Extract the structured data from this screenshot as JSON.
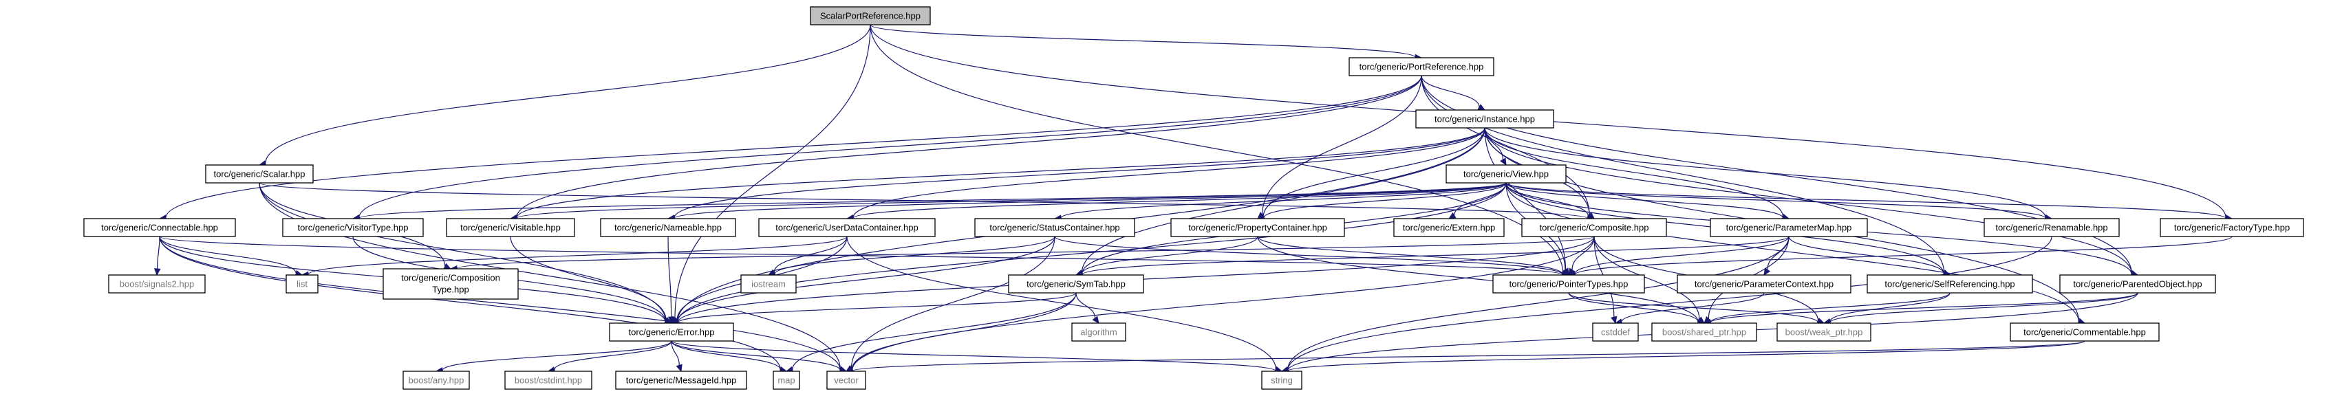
{
  "title": "ScalarPortReference.hpp",
  "colors": {
    "edge": "#191970",
    "root_fill": "#bfbfbf",
    "node_fill": "#ffffff",
    "node_stroke": "#000000",
    "external_text": "#7a7a7a"
  },
  "nodes": [
    {
      "id": "root",
      "label": "ScalarPortReference.hpp",
      "kind": "root"
    },
    {
      "id": "portref",
      "label": "torc/generic/PortReference.hpp",
      "kind": "header"
    },
    {
      "id": "scalar",
      "label": "torc/generic/Scalar.hpp",
      "kind": "header"
    },
    {
      "id": "instance",
      "label": "torc/generic/Instance.hpp",
      "kind": "header"
    },
    {
      "id": "view",
      "label": "torc/generic/View.hpp",
      "kind": "header"
    },
    {
      "id": "connectable",
      "label": "torc/generic/Connectable.hpp",
      "kind": "header"
    },
    {
      "id": "visitortype",
      "label": "torc/generic/VisitorType.hpp",
      "kind": "header"
    },
    {
      "id": "visitable",
      "label": "torc/generic/Visitable.hpp",
      "kind": "header"
    },
    {
      "id": "nameable",
      "label": "torc/generic/Nameable.hpp",
      "kind": "header"
    },
    {
      "id": "userdata",
      "label": "torc/generic/UserDataContainer.hpp",
      "kind": "header"
    },
    {
      "id": "statuscont",
      "label": "torc/generic/StatusContainer.hpp",
      "kind": "header"
    },
    {
      "id": "propcont",
      "label": "torc/generic/PropertyContainer.hpp",
      "kind": "header"
    },
    {
      "id": "extern",
      "label": "torc/generic/Extern.hpp",
      "kind": "header"
    },
    {
      "id": "composite",
      "label": "torc/generic/Composite.hpp",
      "kind": "header"
    },
    {
      "id": "parammap",
      "label": "torc/generic/ParameterMap.hpp",
      "kind": "header"
    },
    {
      "id": "renamable",
      "label": "torc/generic/Renamable.hpp",
      "kind": "header"
    },
    {
      "id": "factorytype",
      "label": "torc/generic/FactoryType.hpp",
      "kind": "header"
    },
    {
      "id": "boostsignals",
      "label": "boost/signals2.hpp",
      "kind": "external"
    },
    {
      "id": "list",
      "label": "list",
      "kind": "external"
    },
    {
      "id": "comptype",
      "label": "torc/generic/Composition Type.hpp",
      "line1": "torc/generic/Composition",
      "line2": "Type.hpp",
      "kind": "header"
    },
    {
      "id": "iostream",
      "label": "iostream",
      "kind": "external"
    },
    {
      "id": "symtab",
      "label": "torc/generic/SymTab.hpp",
      "kind": "header"
    },
    {
      "id": "pointertypes",
      "label": "torc/generic/PointerTypes.hpp",
      "kind": "header"
    },
    {
      "id": "paramctx",
      "label": "torc/generic/ParameterContext.hpp",
      "kind": "header"
    },
    {
      "id": "selfref",
      "label": "torc/generic/SelfReferencing.hpp",
      "kind": "header"
    },
    {
      "id": "parented",
      "label": "torc/generic/ParentedObject.hpp",
      "kind": "header"
    },
    {
      "id": "error",
      "label": "torc/generic/Error.hpp",
      "kind": "header"
    },
    {
      "id": "algorithm",
      "label": "algorithm",
      "kind": "external"
    },
    {
      "id": "cstddef",
      "label": "cstddef",
      "kind": "external"
    },
    {
      "id": "sharedptr",
      "label": "boost/shared_ptr.hpp",
      "kind": "external"
    },
    {
      "id": "weakptr",
      "label": "boost/weak_ptr.hpp",
      "kind": "external"
    },
    {
      "id": "commentable",
      "label": "torc/generic/Commentable.hpp",
      "kind": "header"
    },
    {
      "id": "boostany",
      "label": "boost/any.hpp",
      "kind": "external"
    },
    {
      "id": "boostcstdint",
      "label": "boost/cstdint.hpp",
      "kind": "external"
    },
    {
      "id": "messageid",
      "label": "torc/generic/MessageId.hpp",
      "kind": "header"
    },
    {
      "id": "map",
      "label": "map",
      "kind": "external"
    },
    {
      "id": "vector",
      "label": "vector",
      "kind": "external"
    },
    {
      "id": "string",
      "label": "string",
      "kind": "external"
    }
  ],
  "edges": [
    [
      "root",
      "portref"
    ],
    [
      "root",
      "scalar"
    ],
    [
      "root",
      "error"
    ],
    [
      "root",
      "pointertypes"
    ],
    [
      "root",
      "factorytype"
    ],
    [
      "portref",
      "instance"
    ],
    [
      "portref",
      "connectable"
    ],
    [
      "portref",
      "visitortype"
    ],
    [
      "portref",
      "visitable"
    ],
    [
      "portref",
      "propcont"
    ],
    [
      "portref",
      "composite"
    ],
    [
      "portref",
      "selfref"
    ],
    [
      "portref",
      "parented"
    ],
    [
      "scalar",
      "composite"
    ],
    [
      "scalar",
      "comptype"
    ],
    [
      "scalar",
      "error"
    ],
    [
      "scalar",
      "vector"
    ],
    [
      "instance",
      "view"
    ],
    [
      "instance",
      "visitable"
    ],
    [
      "instance",
      "nameable"
    ],
    [
      "instance",
      "userdata"
    ],
    [
      "instance",
      "propcont"
    ],
    [
      "instance",
      "composite"
    ],
    [
      "instance",
      "parammap"
    ],
    [
      "instance",
      "renamable"
    ],
    [
      "instance",
      "commentable"
    ],
    [
      "instance",
      "parented"
    ],
    [
      "instance",
      "symtab"
    ],
    [
      "instance",
      "pointertypes"
    ],
    [
      "instance",
      "error"
    ],
    [
      "view",
      "visitortype"
    ],
    [
      "view",
      "visitable"
    ],
    [
      "view",
      "nameable"
    ],
    [
      "view",
      "userdata"
    ],
    [
      "view",
      "statuscont"
    ],
    [
      "view",
      "propcont"
    ],
    [
      "view",
      "extern"
    ],
    [
      "view",
      "composite"
    ],
    [
      "view",
      "parammap"
    ],
    [
      "view",
      "renamable"
    ],
    [
      "view",
      "factorytype"
    ],
    [
      "view",
      "selfref"
    ],
    [
      "view",
      "parented"
    ],
    [
      "view",
      "commentable"
    ],
    [
      "view",
      "symtab"
    ],
    [
      "view",
      "pointertypes"
    ],
    [
      "view",
      "error"
    ],
    [
      "connectable",
      "boostsignals"
    ],
    [
      "connectable",
      "list"
    ],
    [
      "connectable",
      "pointertypes"
    ],
    [
      "connectable",
      "error"
    ],
    [
      "connectable",
      "map"
    ],
    [
      "connectable",
      "vector"
    ],
    [
      "visitortype",
      "error"
    ],
    [
      "visitable",
      "error"
    ],
    [
      "nameable",
      "error"
    ],
    [
      "userdata",
      "iostream"
    ],
    [
      "userdata",
      "list"
    ],
    [
      "userdata",
      "error"
    ],
    [
      "userdata",
      "string"
    ],
    [
      "statuscont",
      "iostream"
    ],
    [
      "statuscont",
      "pointertypes"
    ],
    [
      "statuscont",
      "error"
    ],
    [
      "statuscont",
      "vector"
    ],
    [
      "propcont",
      "symtab"
    ],
    [
      "propcont",
      "pointertypes"
    ],
    [
      "propcont",
      "sharedptr"
    ],
    [
      "composite",
      "comptype"
    ],
    [
      "composite",
      "pointertypes"
    ],
    [
      "composite",
      "error"
    ],
    [
      "composite",
      "cstddef"
    ],
    [
      "composite",
      "vector"
    ],
    [
      "composite",
      "sharedptr"
    ],
    [
      "composite",
      "weakptr"
    ],
    [
      "parammap",
      "pointertypes"
    ],
    [
      "parammap",
      "symtab"
    ],
    [
      "parammap",
      "selfref"
    ],
    [
      "parammap",
      "paramctx"
    ],
    [
      "parammap",
      "sharedptr"
    ],
    [
      "parammap",
      "string"
    ],
    [
      "renamable",
      "string"
    ],
    [
      "factorytype",
      "pointertypes"
    ],
    [
      "symtab",
      "algorithm"
    ],
    [
      "symtab",
      "map"
    ],
    [
      "symtab",
      "vector"
    ],
    [
      "symtab",
      "error"
    ],
    [
      "pointertypes",
      "sharedptr"
    ],
    [
      "pointertypes",
      "weakptr"
    ],
    [
      "paramctx",
      "cstddef"
    ],
    [
      "selfref",
      "sharedptr"
    ],
    [
      "selfref",
      "weakptr"
    ],
    [
      "parented",
      "sharedptr"
    ],
    [
      "parented",
      "weakptr"
    ],
    [
      "parented",
      "string"
    ],
    [
      "error",
      "boostany"
    ],
    [
      "error",
      "boostcstdint"
    ],
    [
      "error",
      "messageid"
    ],
    [
      "error",
      "map"
    ],
    [
      "error",
      "vector"
    ],
    [
      "error",
      "string"
    ],
    [
      "commentable",
      "vector"
    ],
    [
      "commentable",
      "string"
    ]
  ]
}
